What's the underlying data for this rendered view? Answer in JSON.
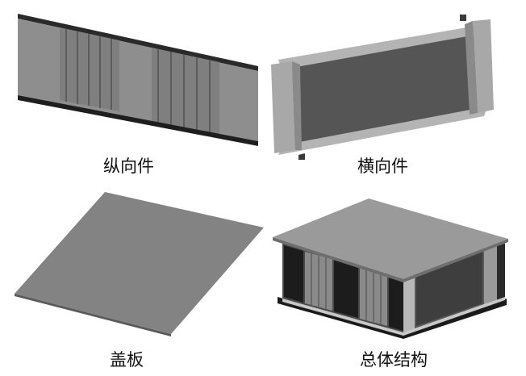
{
  "panels": [
    {
      "id": "longitudinal",
      "caption": "纵向件"
    },
    {
      "id": "transverse",
      "caption": "横向件"
    },
    {
      "id": "cover",
      "caption": "盖板"
    },
    {
      "id": "assembly",
      "caption": "总体结构"
    }
  ]
}
